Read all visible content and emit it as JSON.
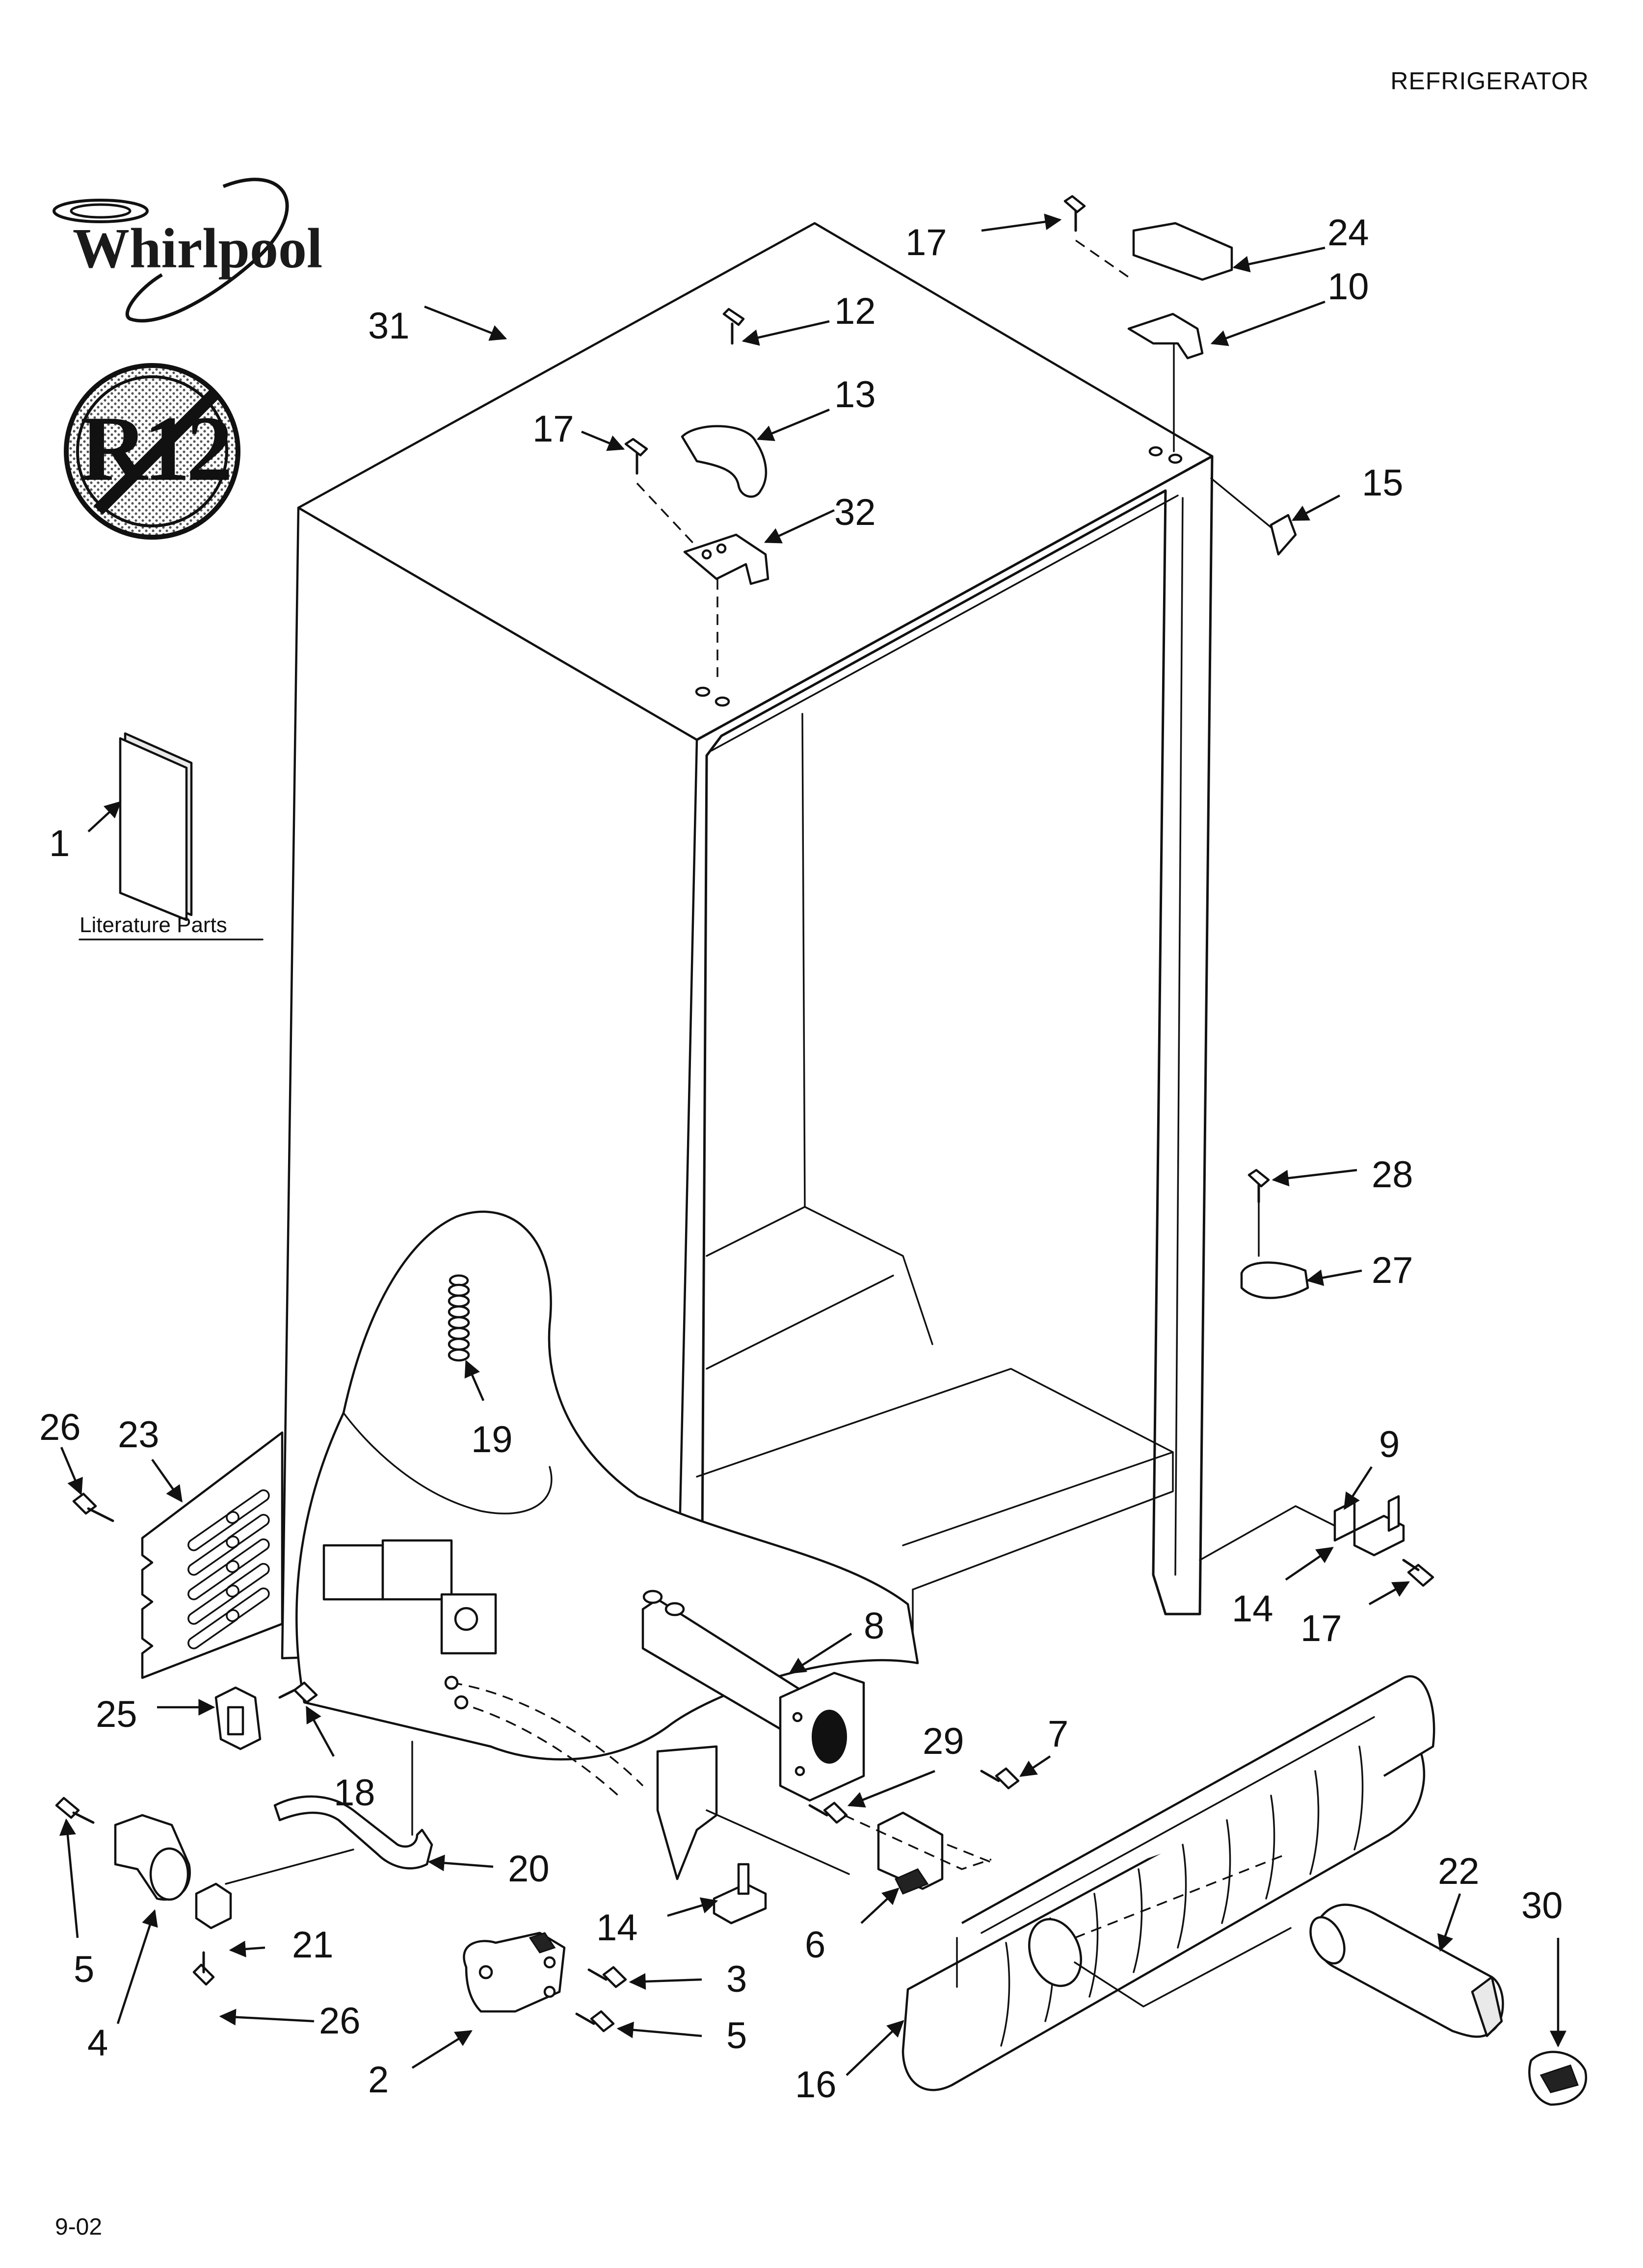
{
  "header": {
    "title": "REFRIGERATOR"
  },
  "logo": {
    "brand": "Whirlpool",
    "badge": "R12",
    "badge_icon": "no-r12-refrigerant-symbol"
  },
  "literature": {
    "label": "Literature Parts"
  },
  "footer": {
    "date_code": "9-02"
  },
  "callouts": [
    {
      "id": "c31",
      "label": "31"
    },
    {
      "id": "c17a",
      "label": "17"
    },
    {
      "id": "c24",
      "label": "24"
    },
    {
      "id": "c10",
      "label": "10"
    },
    {
      "id": "c12",
      "label": "12"
    },
    {
      "id": "c13",
      "label": "13"
    },
    {
      "id": "c17b",
      "label": "17"
    },
    {
      "id": "c32",
      "label": "32"
    },
    {
      "id": "c15",
      "label": "15"
    },
    {
      "id": "c1",
      "label": "1"
    },
    {
      "id": "c28",
      "label": "28"
    },
    {
      "id": "c27",
      "label": "27"
    },
    {
      "id": "c26a",
      "label": "26"
    },
    {
      "id": "c23",
      "label": "23"
    },
    {
      "id": "c19",
      "label": "19"
    },
    {
      "id": "c9",
      "label": "9"
    },
    {
      "id": "c14a",
      "label": "14"
    },
    {
      "id": "c17c",
      "label": "17"
    },
    {
      "id": "c8",
      "label": "8"
    },
    {
      "id": "c25",
      "label": "25"
    },
    {
      "id": "c18",
      "label": "18"
    },
    {
      "id": "c29",
      "label": "29"
    },
    {
      "id": "c7",
      "label": "7"
    },
    {
      "id": "c20",
      "label": "20"
    },
    {
      "id": "c22",
      "label": "22"
    },
    {
      "id": "c5a",
      "label": "5"
    },
    {
      "id": "c21",
      "label": "21"
    },
    {
      "id": "c14b",
      "label": "14"
    },
    {
      "id": "c6",
      "label": "6"
    },
    {
      "id": "c30",
      "label": "30"
    },
    {
      "id": "c3",
      "label": "3"
    },
    {
      "id": "c4",
      "label": "4"
    },
    {
      "id": "c26b",
      "label": "26"
    },
    {
      "id": "c5b",
      "label": "5"
    },
    {
      "id": "c2",
      "label": "2"
    },
    {
      "id": "c16",
      "label": "16"
    }
  ]
}
